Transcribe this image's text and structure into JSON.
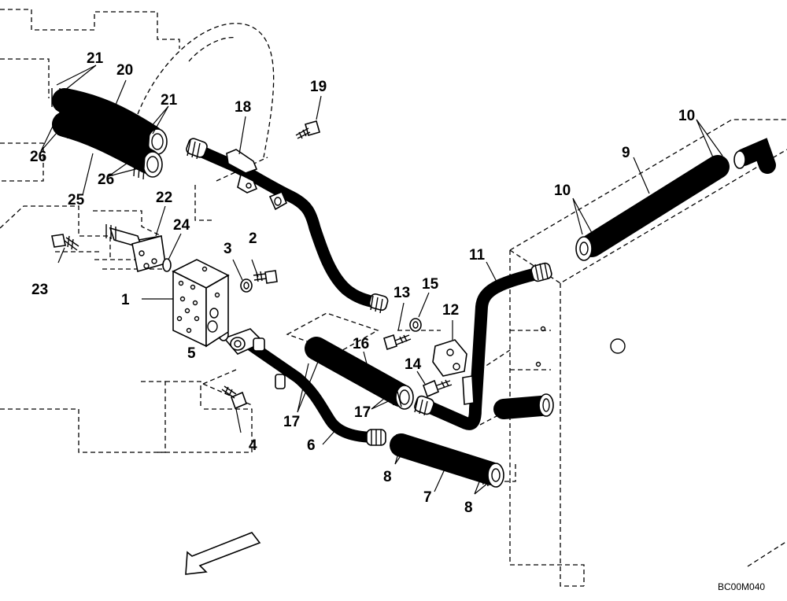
{
  "drawing_code": "BC00M040",
  "callouts": [
    {
      "id": "c1",
      "label": "1"
    },
    {
      "id": "c2",
      "label": "2"
    },
    {
      "id": "c3",
      "label": "3"
    },
    {
      "id": "c4",
      "label": "4"
    },
    {
      "id": "c5",
      "label": "5"
    },
    {
      "id": "c6",
      "label": "6"
    },
    {
      "id": "c7",
      "label": "7"
    },
    {
      "id": "c8a",
      "label": "8"
    },
    {
      "id": "c8b",
      "label": "8"
    },
    {
      "id": "c9",
      "label": "9"
    },
    {
      "id": "c10a",
      "label": "10"
    },
    {
      "id": "c10b",
      "label": "10"
    },
    {
      "id": "c11",
      "label": "11"
    },
    {
      "id": "c12",
      "label": "12"
    },
    {
      "id": "c13",
      "label": "13"
    },
    {
      "id": "c14",
      "label": "14"
    },
    {
      "id": "c15",
      "label": "15"
    },
    {
      "id": "c16",
      "label": "16"
    },
    {
      "id": "c17a",
      "label": "17"
    },
    {
      "id": "c17b",
      "label": "17"
    },
    {
      "id": "c18",
      "label": "18"
    },
    {
      "id": "c19",
      "label": "19"
    },
    {
      "id": "c20",
      "label": "20"
    },
    {
      "id": "c21a",
      "label": "21"
    },
    {
      "id": "c21b",
      "label": "21"
    },
    {
      "id": "c22",
      "label": "22"
    },
    {
      "id": "c23",
      "label": "23"
    },
    {
      "id": "c24",
      "label": "24"
    },
    {
      "id": "c25",
      "label": "25"
    },
    {
      "id": "c26a",
      "label": "26"
    },
    {
      "id": "c26b",
      "label": "26"
    }
  ]
}
